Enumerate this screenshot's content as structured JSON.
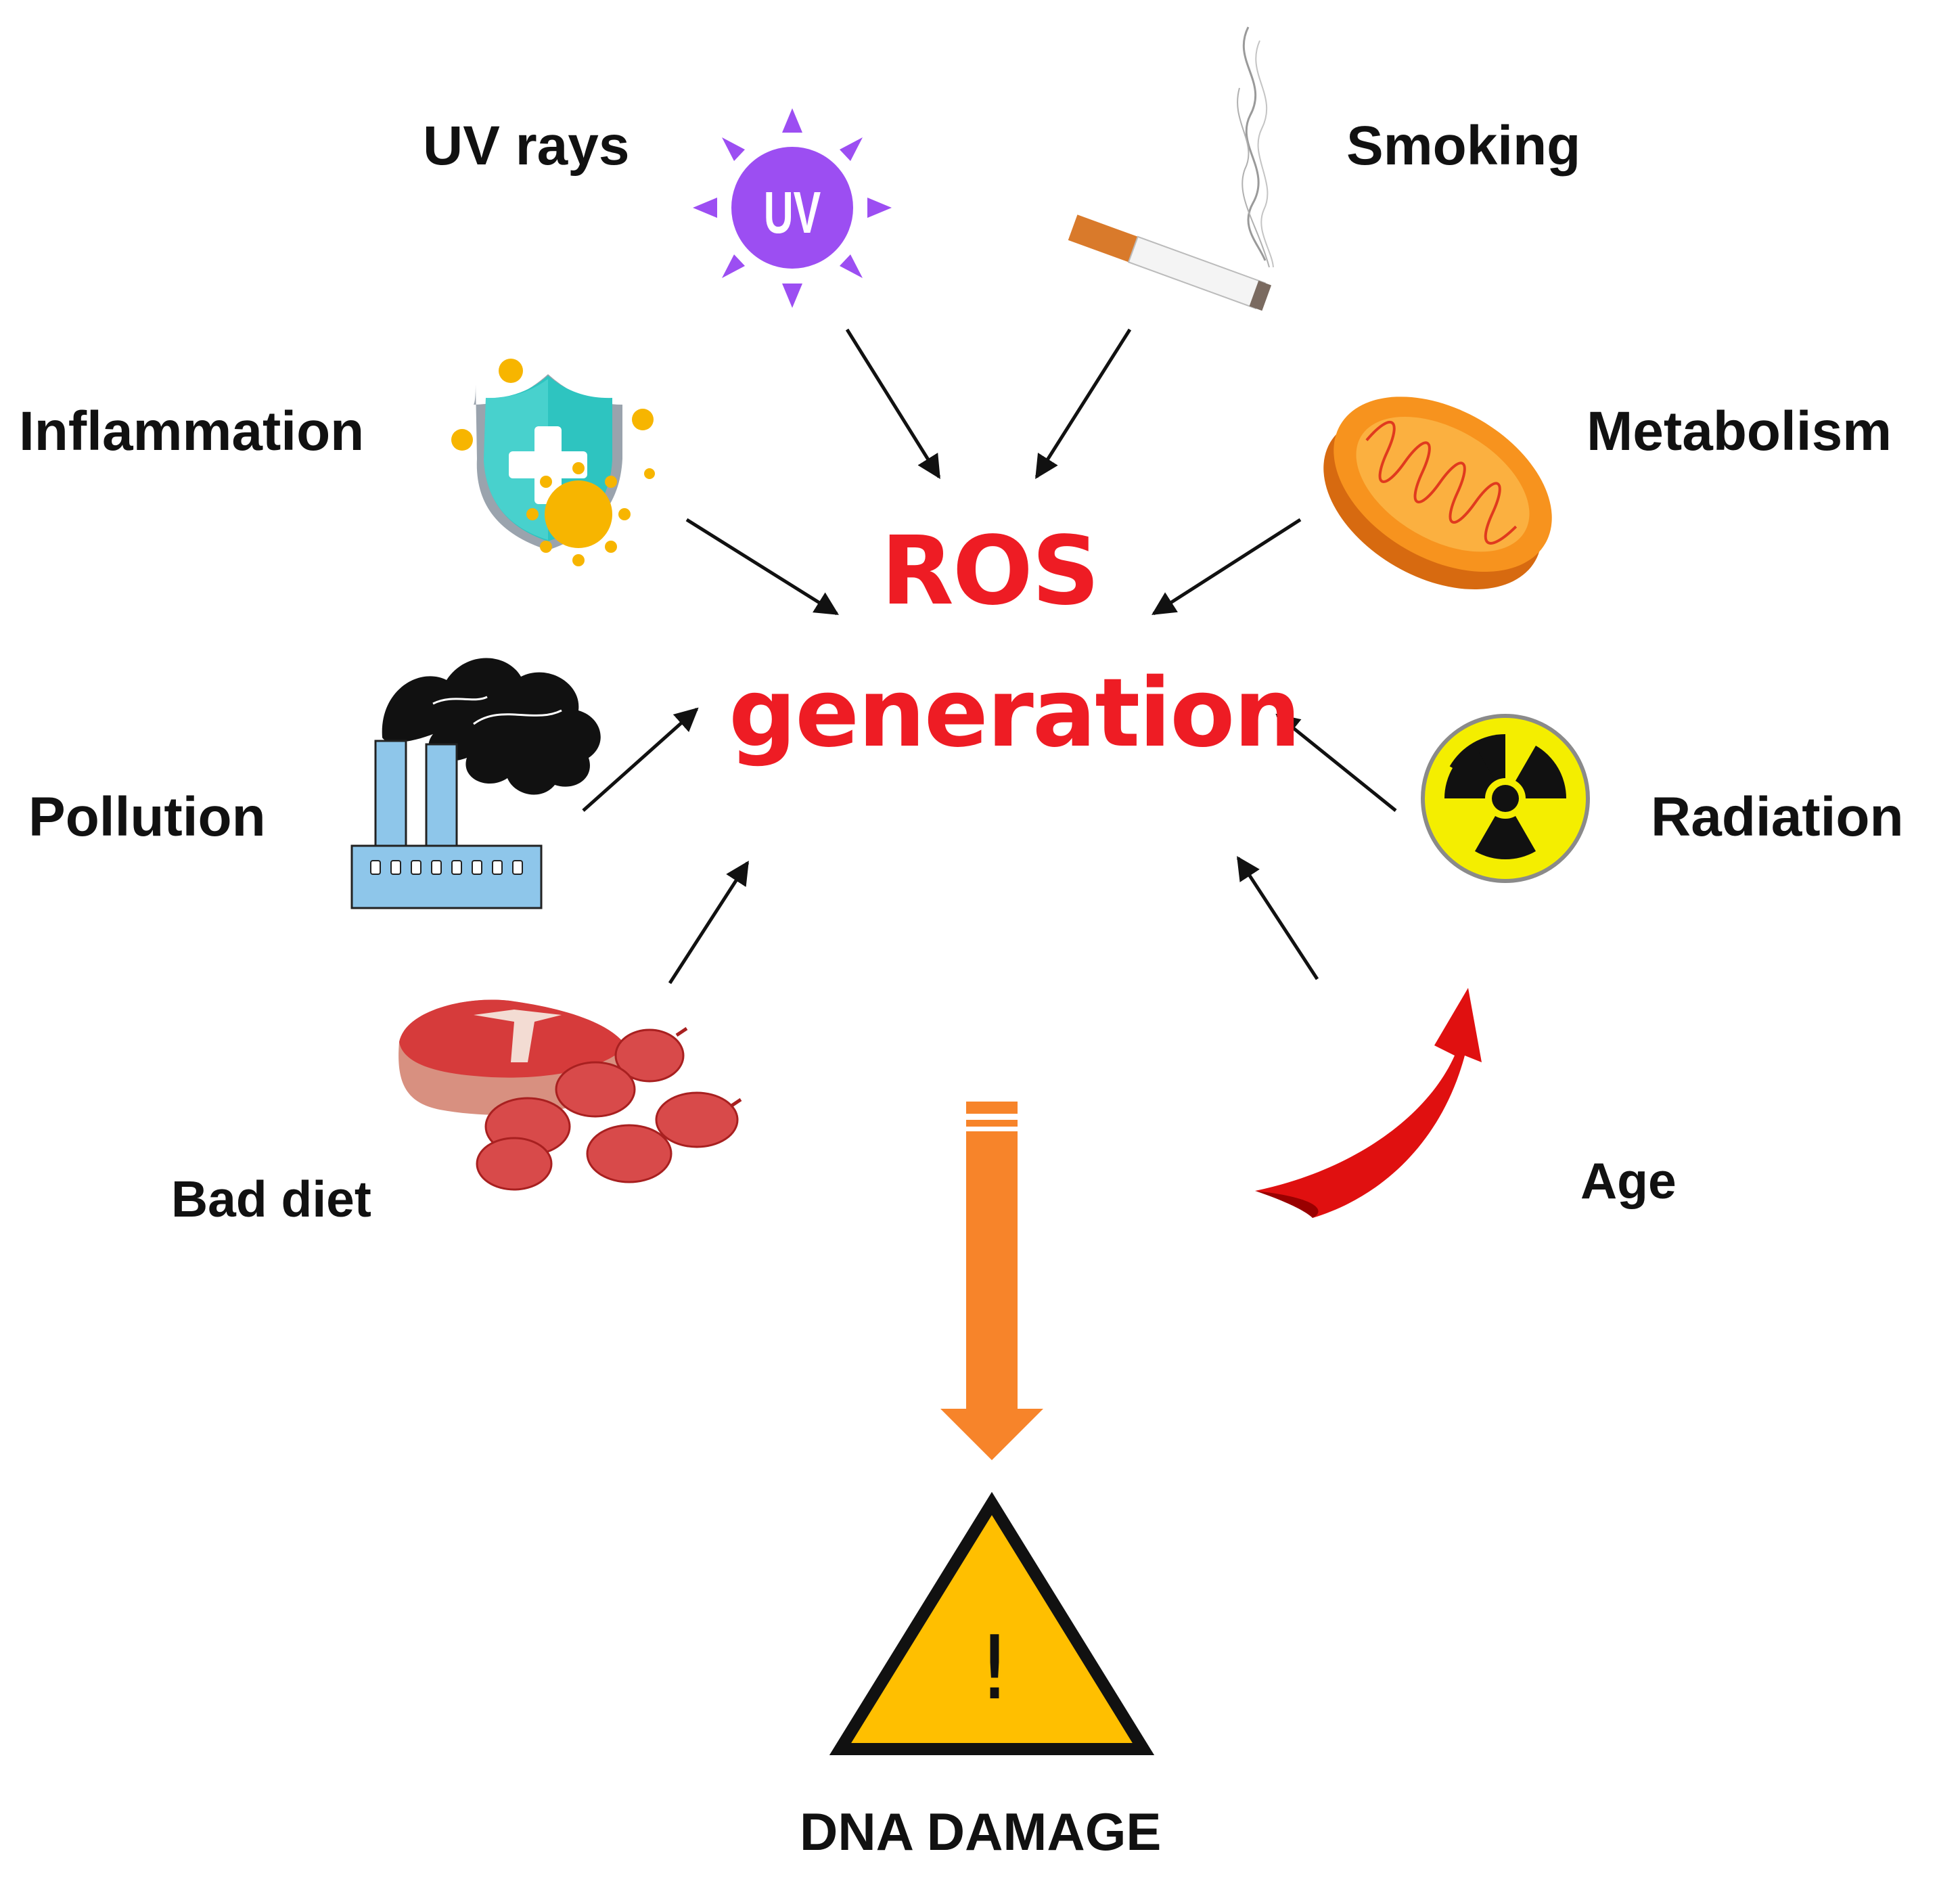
{
  "center": {
    "line1": "ROS",
    "line2": "generation",
    "color": "#ee1c24"
  },
  "factors": {
    "uv_rays": {
      "label": "UV rays",
      "icon": "uv-sun-icon",
      "icon_text": "UV",
      "color": "#9c4ef2"
    },
    "smoking": {
      "label": "Smoking",
      "icon": "cigarette-icon"
    },
    "inflammation": {
      "label": "Inflammation",
      "icon": "shield-virus-icon",
      "color": "#2ec4c0"
    },
    "metabolism": {
      "label": "Metabolism",
      "icon": "mitochondrion-icon",
      "color": "#f7931e"
    },
    "pollution": {
      "label": "Pollution",
      "icon": "factory-smoke-icon",
      "color": "#8ec6ea"
    },
    "radiation": {
      "label": "Radiation",
      "icon": "radiation-symbol-icon",
      "color": "#f4ee00"
    },
    "bad_diet": {
      "label": "Bad diet",
      "icon": "meat-sausage-icon",
      "color": "#d84a4a"
    },
    "age": {
      "label": "Age",
      "icon": "curved-up-arrow-icon",
      "color": "#e01010"
    }
  },
  "outcome": {
    "label": "DNA DAMAGE",
    "icon": "warning-triangle-icon",
    "icon_text": "!",
    "arrow_color": "#f7842a",
    "warning_color": "#ffbf00"
  }
}
